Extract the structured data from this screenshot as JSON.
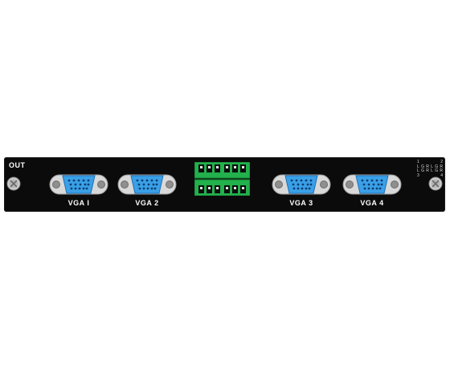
{
  "panel": {
    "title": "OUT",
    "ports": [
      {
        "label": "VGA I"
      },
      {
        "label": "VGA 2"
      },
      {
        "label": "VGA 3"
      },
      {
        "label": "VGA 4"
      }
    ],
    "terminal_block": {
      "pins_per_row": 6,
      "rows": 2
    },
    "channel_map": {
      "top_numbers": [
        "1",
        "2"
      ],
      "row1": [
        "L",
        "G",
        "R",
        "L",
        "G",
        "R"
      ],
      "row2": [
        "L",
        "G",
        "R",
        "L",
        "G",
        "R"
      ],
      "bottom_numbers": [
        "3",
        "4"
      ]
    },
    "colors": {
      "panel": "#0b0b0b",
      "connector_blue": "#3aa0e8",
      "connector_shell": "#d9d9d9",
      "terminal_green": "#22b14c"
    }
  }
}
